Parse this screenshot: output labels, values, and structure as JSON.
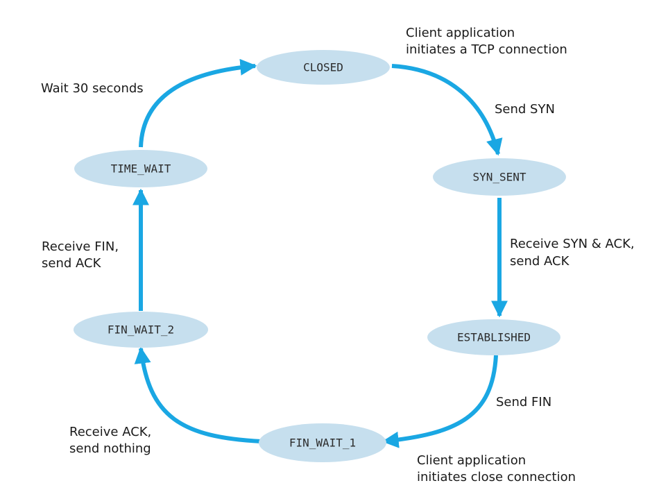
{
  "colors": {
    "state_fill": "#c6dfee",
    "arrow": "#1aa7e3",
    "text": "#1a1a1a"
  },
  "states": {
    "closed": "CLOSED",
    "syn_sent": "SYN_SENT",
    "established": "ESTABLISHED",
    "fin_wait_1": "FIN_WAIT_1",
    "fin_wait_2": "FIN_WAIT_2",
    "time_wait": "TIME_WAIT"
  },
  "labels": {
    "client_initiates_tcp": [
      "Client application",
      "initiates a TCP connection"
    ],
    "send_syn": [
      "Send SYN"
    ],
    "receive_syn_ack": [
      "Receive SYN & ACK,",
      "send ACK"
    ],
    "send_fin": [
      "Send FIN"
    ],
    "client_initiates_close": [
      "Client application",
      "initiates close connection"
    ],
    "receive_ack": [
      "Receive ACK,",
      "send nothing"
    ],
    "receive_fin": [
      "Receive FIN,",
      "send ACK"
    ],
    "wait_30": [
      "Wait 30 seconds"
    ]
  },
  "transitions": [
    {
      "from": "CLOSED",
      "to": "SYN_SENT",
      "label": "Send SYN"
    },
    {
      "from": "SYN_SENT",
      "to": "ESTABLISHED",
      "label": "Receive SYN & ACK, send ACK"
    },
    {
      "from": "ESTABLISHED",
      "to": "FIN_WAIT_1",
      "label": "Send FIN"
    },
    {
      "from": "FIN_WAIT_1",
      "to": "FIN_WAIT_2",
      "label": "Receive ACK, send nothing"
    },
    {
      "from": "FIN_WAIT_2",
      "to": "TIME_WAIT",
      "label": "Receive FIN, send ACK"
    },
    {
      "from": "TIME_WAIT",
      "to": "CLOSED",
      "label": "Wait 30 seconds"
    }
  ]
}
